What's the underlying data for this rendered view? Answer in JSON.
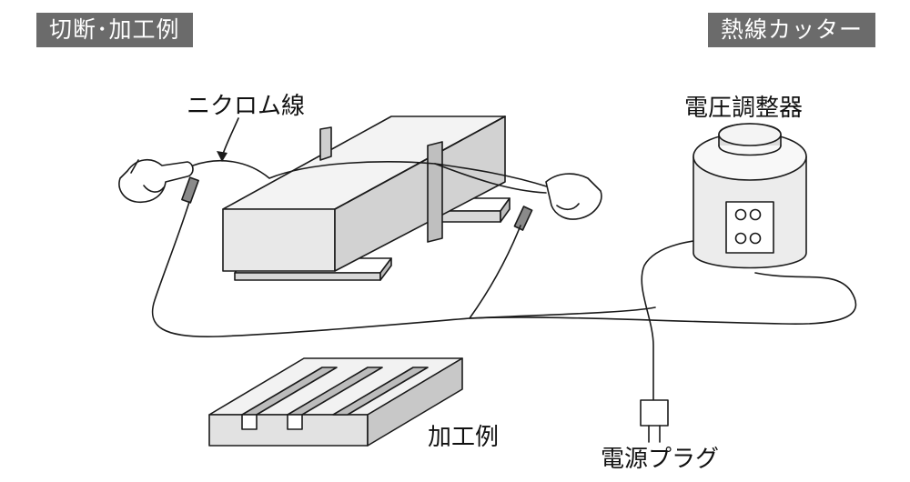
{
  "badges": {
    "left": "切断･加工例",
    "right": "熱線カッター"
  },
  "labels": {
    "nichrome_wire": "ニクロム線",
    "voltage_regulator": "電圧調整器",
    "machining_example": "加工例",
    "power_plug": "電源プラグ"
  },
  "colors": {
    "badge_bg": "#6b6b6b",
    "line": "#1a1a1a",
    "face_light": "#ffffff",
    "face_mid": "#e6e6e6",
    "face_dark": "#c8c8c8"
  }
}
